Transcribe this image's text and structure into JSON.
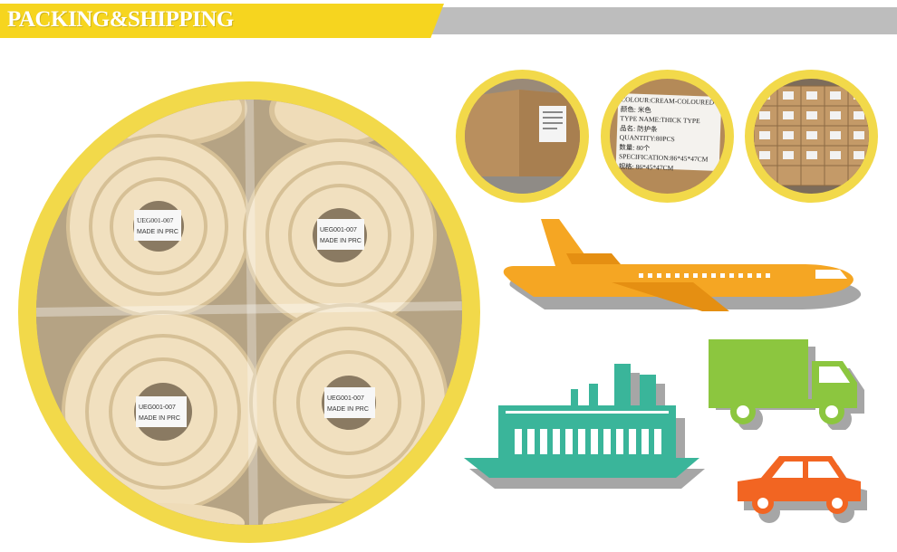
{
  "header": {
    "title": "PACKING&SHIPPING",
    "accent_color": "#f6d51f",
    "bar_color": "#bdbdbd"
  },
  "big_photo": {
    "roll_labels": [
      {
        "line1": "UEG001-007",
        "line2": "MADE IN PRC"
      },
      {
        "line1": "UEG001-007",
        "line2": "MADE IN PRC"
      },
      {
        "line1": "UEG001-007",
        "line2": "MADE IN PRC"
      },
      {
        "line1": "UEG001-007",
        "line2": "MADE IN PRC"
      }
    ]
  },
  "carton_label": {
    "lines": [
      "COLOUR:CREAM-COLOURED",
      "颜色: 米色",
      "TYPE NAME:THICK TYPE",
      "品名: 防护条",
      "QUANTITY:80PCS",
      "数量: 80个",
      "SPECIFICATION:86*45*47CM",
      "规格: 86*45*47CM"
    ]
  },
  "icons": {
    "plane_color": "#f5a623",
    "ship_color": "#3ab59a",
    "truck_color": "#8cc63f",
    "car_color": "#f26522",
    "shadow_color": "#a6a6a6"
  }
}
